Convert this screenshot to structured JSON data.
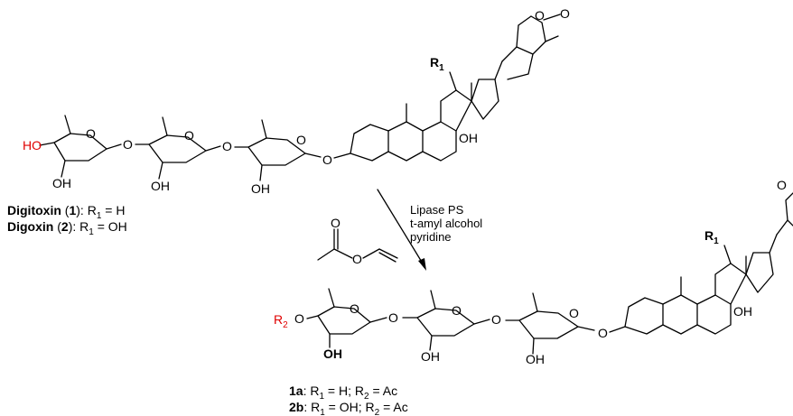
{
  "atoms": {
    "ho": "HO",
    "oh": "OH",
    "o": "O",
    "r1": "R",
    "r1_sub": "1",
    "r2": "R",
    "r2_sub": "2"
  },
  "conditions": [
    "Lipase PS",
    "t-amyl alcohol",
    "pyridine"
  ],
  "starting_labels": [
    {
      "name": "Digitoxin",
      "paren_open": " (",
      "num": "1",
      "rest": "): R",
      "sub": "1",
      "value": " = H"
    },
    {
      "name": "Digoxin",
      "paren_open": "   (",
      "num": "2",
      "rest": "): R",
      "sub": "1",
      "value": " = OH"
    }
  ],
  "product_labels": [
    {
      "num": "1a",
      "r1": ": R",
      "sub1": "1",
      "mid": " = H; R",
      "sub2": "2",
      "value": " = Ac"
    },
    {
      "num": "2b",
      "r1": ": R",
      "sub1": "1",
      "mid": " = OH; R",
      "sub2": "2",
      "value": " = Ac"
    }
  ]
}
